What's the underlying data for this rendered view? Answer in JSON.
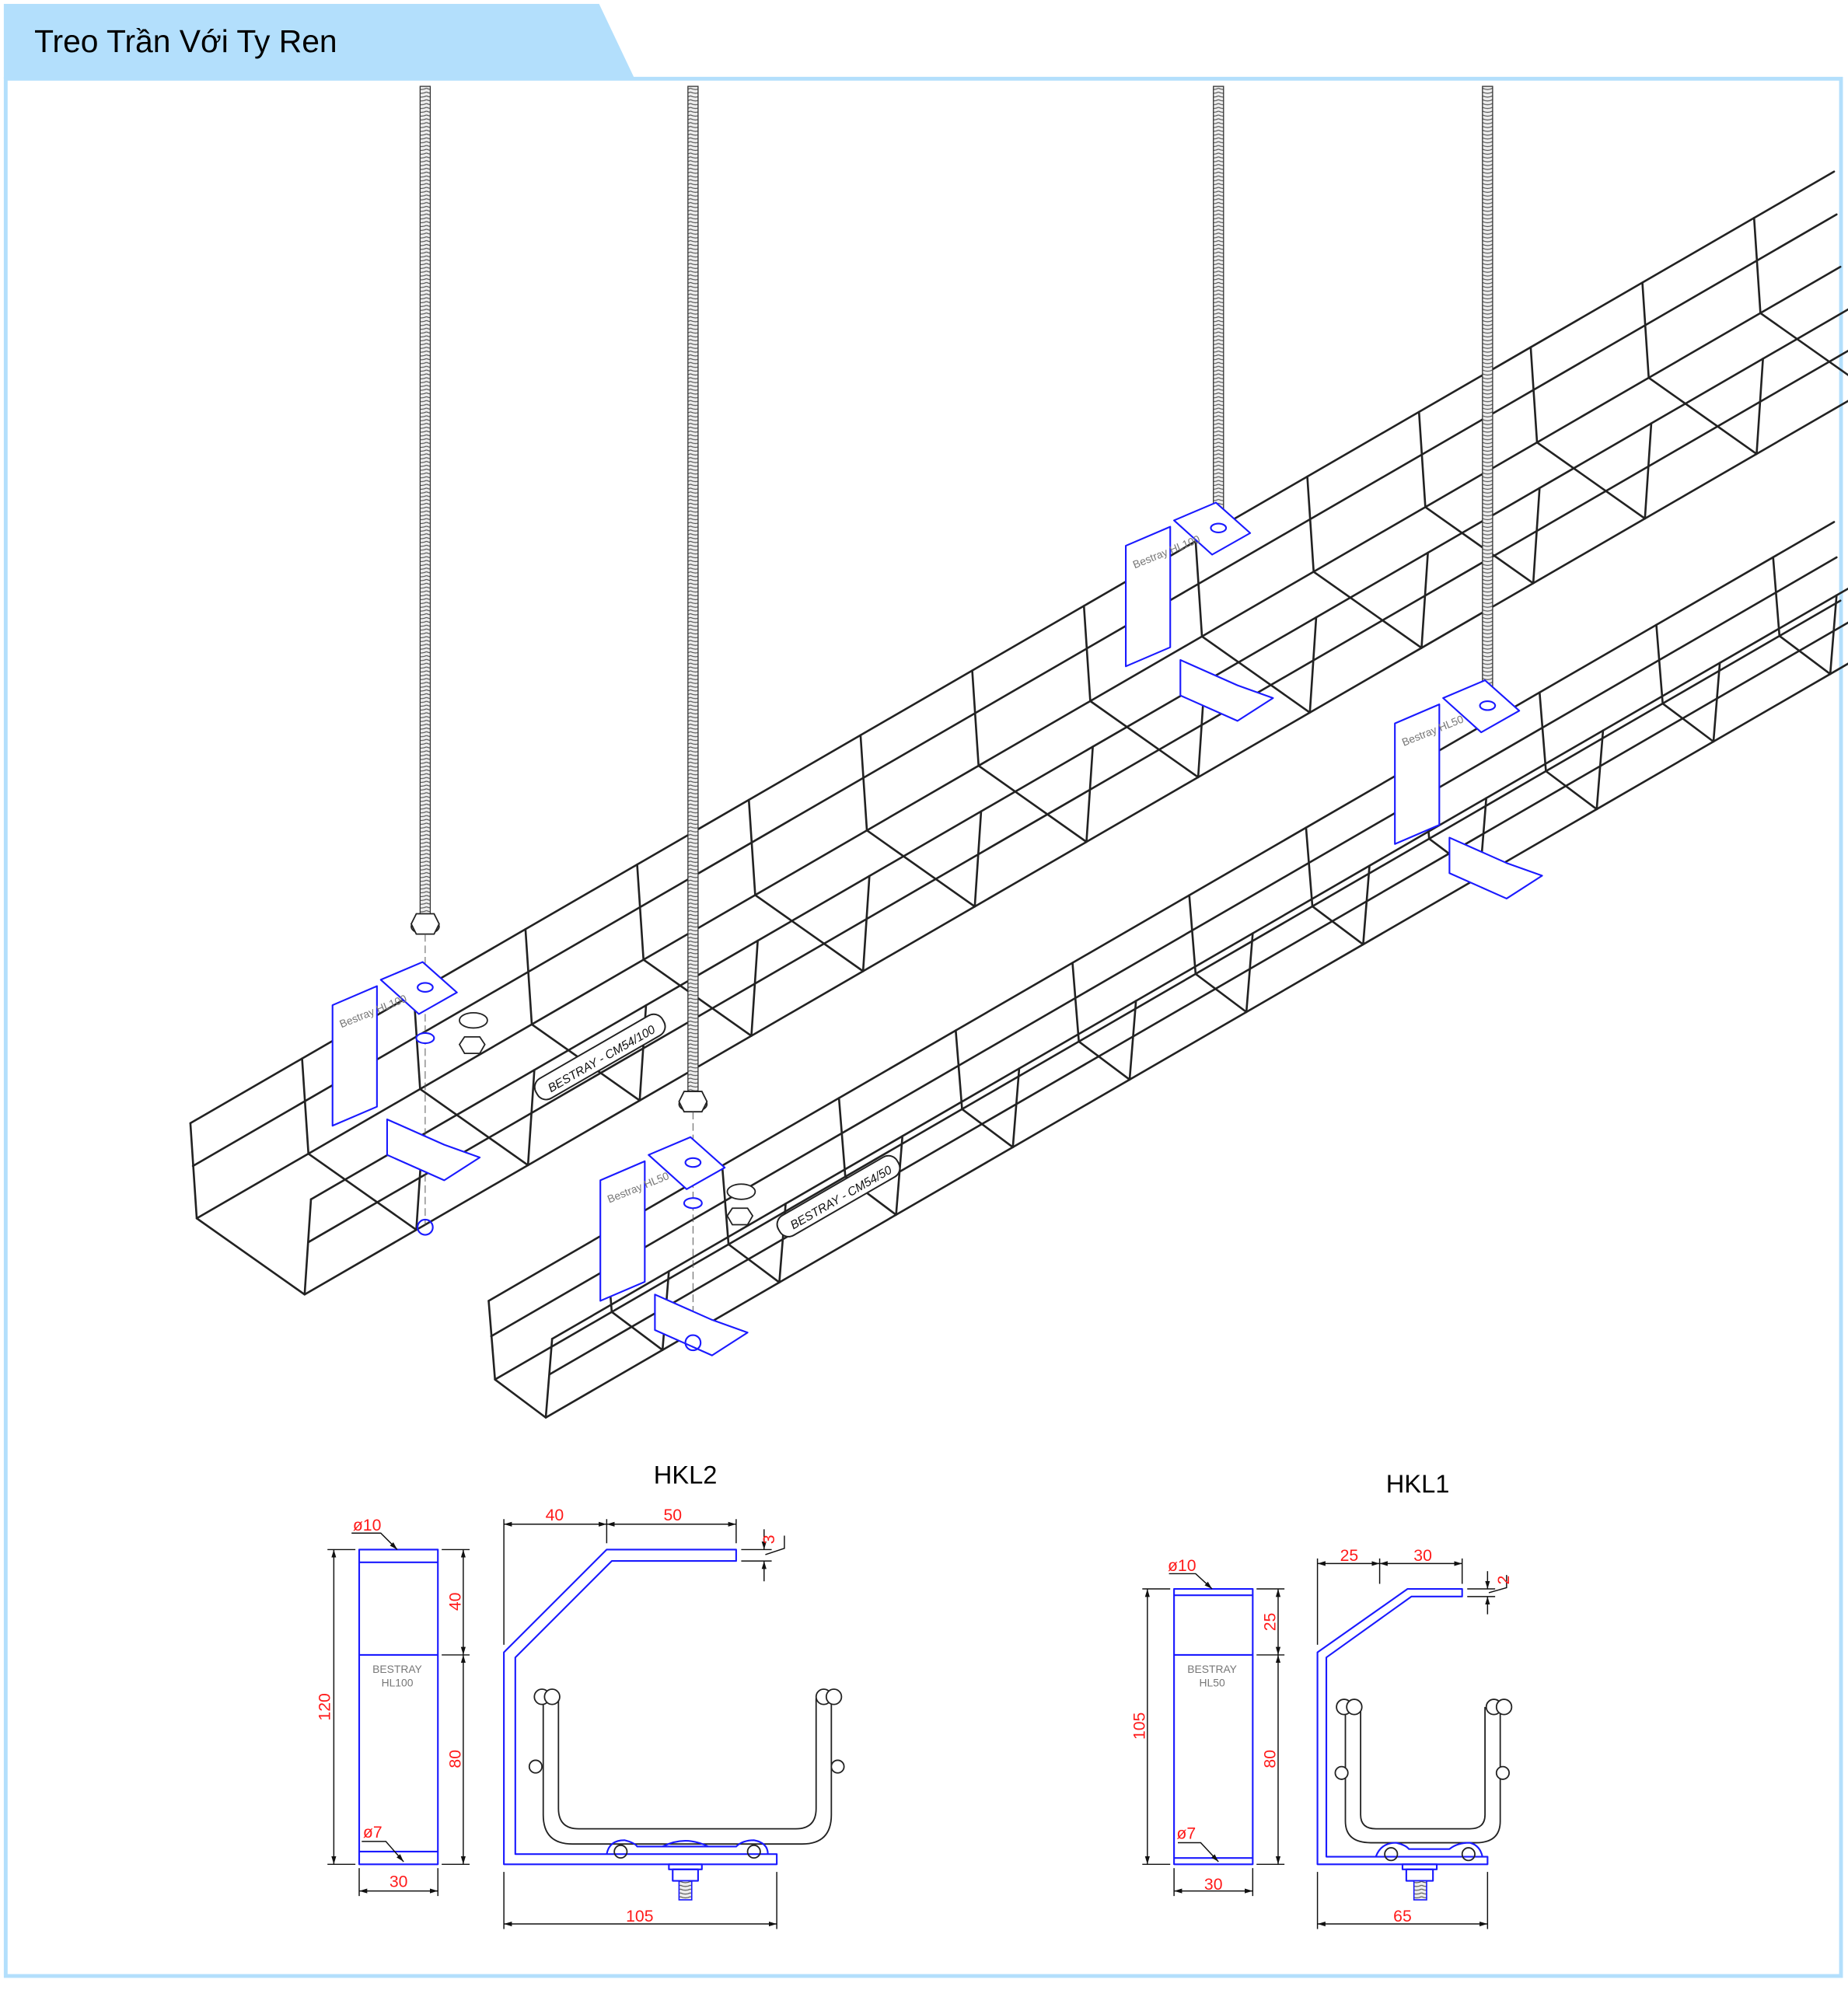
{
  "header": {
    "title": "Treo Trần Với Ty Ren"
  },
  "colors": {
    "header_bg": "#b3dffc",
    "frame": "#b3dffc",
    "hanger": "#1a1aff",
    "dimension": "#ff1a1a"
  },
  "isometric": {
    "tray_labels": [
      "BESTRAY - CM54/100",
      "BESTRAY - CM54/50"
    ],
    "hanger_labels": [
      "Bestray HL100",
      "Bestray HL50"
    ]
  },
  "hkl2": {
    "title": "HKL2",
    "side_text": [
      "BESTRAY",
      "HL100"
    ],
    "hole_top": "ø10",
    "hole_bottom": "ø7",
    "height": "120",
    "upper": "40",
    "lower": "80",
    "width": "30",
    "top_offset": "40",
    "top_plate": "50",
    "thickness": "3",
    "base": "105"
  },
  "hkl1": {
    "title": "HKL1",
    "side_text": [
      "BESTRAY",
      "HL50"
    ],
    "hole_top": "ø10",
    "hole_bottom": "ø7",
    "height": "105",
    "upper": "25",
    "lower": "80",
    "width": "30",
    "top_offset": "25",
    "top_plate": "30",
    "thickness": "2",
    "base": "65"
  }
}
